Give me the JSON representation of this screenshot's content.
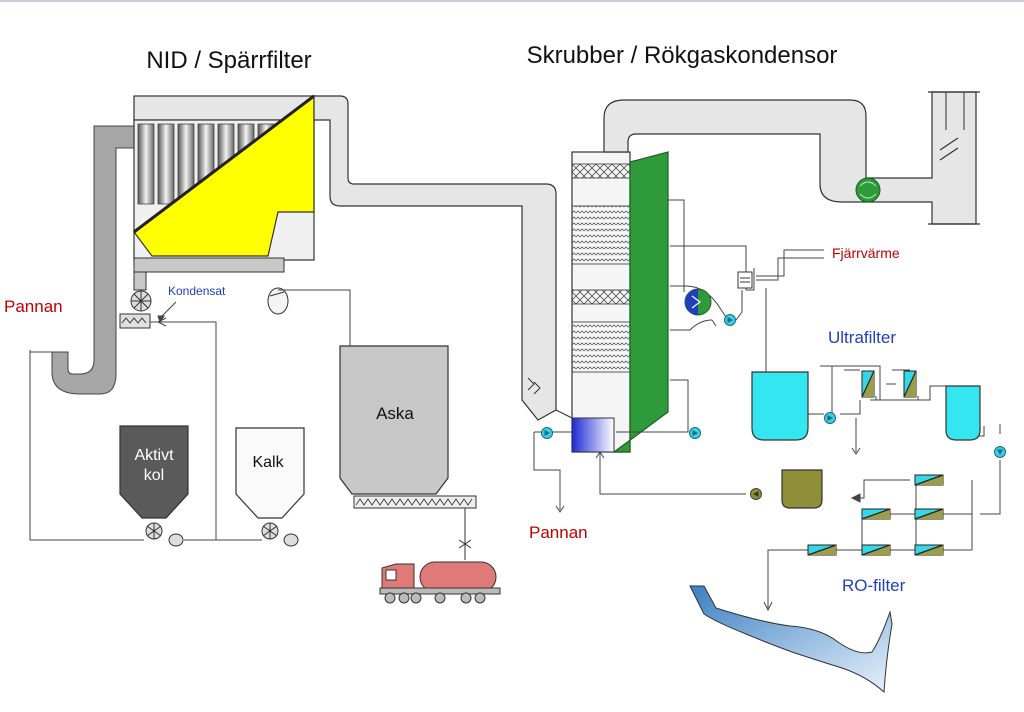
{
  "titles": {
    "left": "NID / Spärrfilter",
    "right": "Skrubber /  Rökgaskondensor"
  },
  "labels": {
    "pannan_left": "Pannan",
    "kondensat": "Kondensat",
    "aktivt_kol_line1": "Aktivt",
    "aktivt_kol_line2": "kol",
    "kalk": "Kalk",
    "aska": "Aska",
    "pannan_bottom": "Pannan",
    "fjarrvarme": "Fjärrvärme",
    "ultrafilter": "Ultrafilter",
    "ro_filter": "RO-filter"
  },
  "colors": {
    "duct": "#e6e6e6",
    "pipe_gray": "#a6a6a6",
    "filter_yellow": "#ffff00",
    "scrubber_green": "#2f9a3a",
    "water_cyan": "#33e6f0",
    "sludge_olive": "#8f8f3a",
    "title_black": "#111111",
    "label_red": "#c00000",
    "label_blue": "#1f3fbf",
    "truck_pink": "#e07a78",
    "river_blue": "#7fb2de"
  }
}
